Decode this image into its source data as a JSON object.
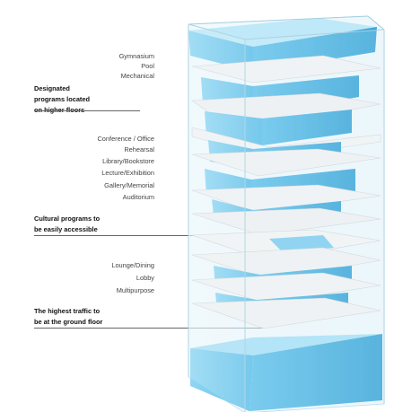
{
  "groups": [
    {
      "programs": [
        "Gymnasium",
        "Pool",
        "Mechanical"
      ],
      "heading": "Designated\nprograms located\non higher floors"
    },
    {
      "programs": [
        "Conference / Office",
        "Rehearsal",
        "Library/Bookstore",
        "Lecture/Exhibition",
        "Gallery/Memorial",
        "Auditorium"
      ],
      "heading": "Cultural programs to\nbe easily accessible"
    },
    {
      "programs": [
        "Lounge/Dining",
        "Lobby",
        "Multipurpose"
      ],
      "heading": "The highest traffic to\nbe at the ground floor"
    }
  ],
  "colors": {
    "foam": "#6cc7ee",
    "foam_light": "#a9e1f7",
    "foam_dark": "#3da9d9",
    "slab": "#f2f3f4",
    "glass": "#dff2fb"
  }
}
